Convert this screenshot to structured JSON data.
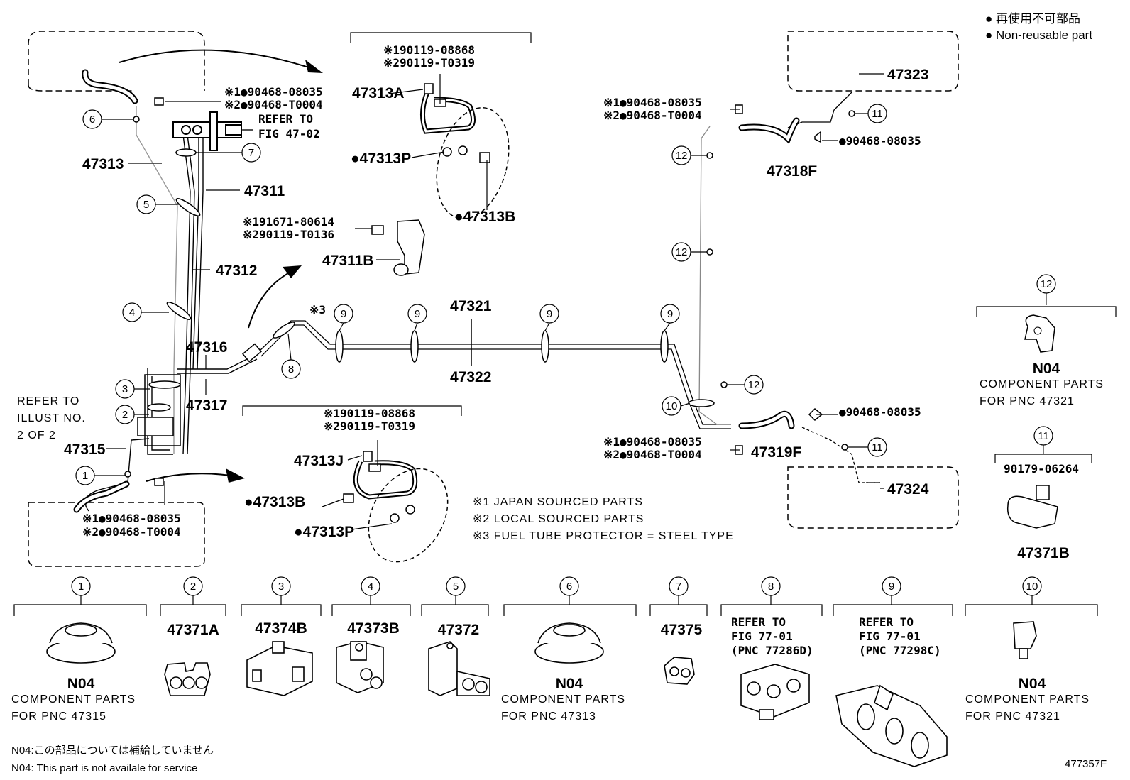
{
  "legend": {
    "jp": "● 再使用不可部品",
    "en": "● Non-reusable part"
  },
  "notes": {
    "n1": "※1 JAPAN SOURCED PARTS",
    "n2": "※2 LOCAL SOURCED PARTS",
    "n3": "※3 FUEL TUBE PROTECTOR = STEEL TYPE",
    "n04_jp": "N04:この部品については補給していません",
    "n04_en": "N04: This part is not availale for service",
    "figure_id": "477357F"
  },
  "labels": {
    "p47313": "47313",
    "p47311": "47311",
    "p47312": "47312",
    "p47316": "47316",
    "p47317": "47317",
    "p47315": "47315",
    "p47321": "47321",
    "p47322": "47322",
    "p47323": "47323",
    "p47324": "47324",
    "p47318F": "47318F",
    "p47319F": "47319F",
    "p47311B": "47311B",
    "p47313A": "47313A",
    "p47313P_top": "●47313P",
    "p47313B_top": "●47313B",
    "p47313J": "47313J",
    "p47313B_bot": "●47313B",
    "p47313P_bot": "●47313P",
    "p47371B": "47371B",
    "refer_fig1": "REFER TO",
    "refer_fig2": "FIG 47-02",
    "refer_illust1": "REFER TO",
    "refer_illust2": "ILLUST NO.",
    "refer_illust3": "2 OF 2",
    "cl_tl_1": "※1●90468-08035",
    "cl_tl_2": "※2●90468-T0004",
    "cl_bl_1": "※1●90468-08035",
    "cl_bl_2": "※2●90468-T0004",
    "cl_tr_1": "※1●90468-08035",
    "cl_tr_2": "※2●90468-T0004",
    "cl_r_1": "●90468-08035",
    "cl_r_2": "※1●90468-08035",
    "cl_r_3": "※2●90468-T0004",
    "cl_r_4": "●90468-08035",
    "hose_top_1": "※190119-08868",
    "hose_top_2": "※290119-T0319",
    "hose_bot_1": "※190119-08868",
    "hose_bot_2": "※290119-T0319",
    "brk_1": "※191671-80614",
    "brk_2": "※290119-T0136",
    "bolt_11": "90179-06264",
    "x3": "※3"
  },
  "callouts": [
    "1",
    "2",
    "3",
    "4",
    "5",
    "6",
    "7",
    "8",
    "9",
    "10",
    "11",
    "12"
  ],
  "bottom_parts": [
    {
      "num": "1",
      "title": "N04",
      "line1": "COMPONENT PARTS",
      "line2": "FOR PNC 47315"
    },
    {
      "num": "2",
      "title": "47371A"
    },
    {
      "num": "3",
      "title": "47374B"
    },
    {
      "num": "4",
      "title": "47373B"
    },
    {
      "num": "5",
      "title": "47372"
    },
    {
      "num": "6",
      "title": "N04",
      "line1": "COMPONENT PARTS",
      "line2": "FOR PNC 47313"
    },
    {
      "num": "7",
      "title": "47375"
    },
    {
      "num": "8",
      "title": "REFER TO",
      "line1": "FIG 77-01",
      "line2": "(PNC 77286D)"
    },
    {
      "num": "9",
      "title": "REFER TO",
      "line1": "FIG 77-01",
      "line2": "(PNC 77298C)"
    },
    {
      "num": "10",
      "title": "N04",
      "line1": "COMPONENT PARTS",
      "line2": "FOR PNC 47321"
    }
  ],
  "side_parts": [
    {
      "num": "12",
      "title": "N04",
      "line1": "COMPONENT PARTS",
      "line2": "FOR PNC 47321"
    },
    {
      "num": "11",
      "title": "47371B",
      "line1": "90179-06264"
    }
  ]
}
